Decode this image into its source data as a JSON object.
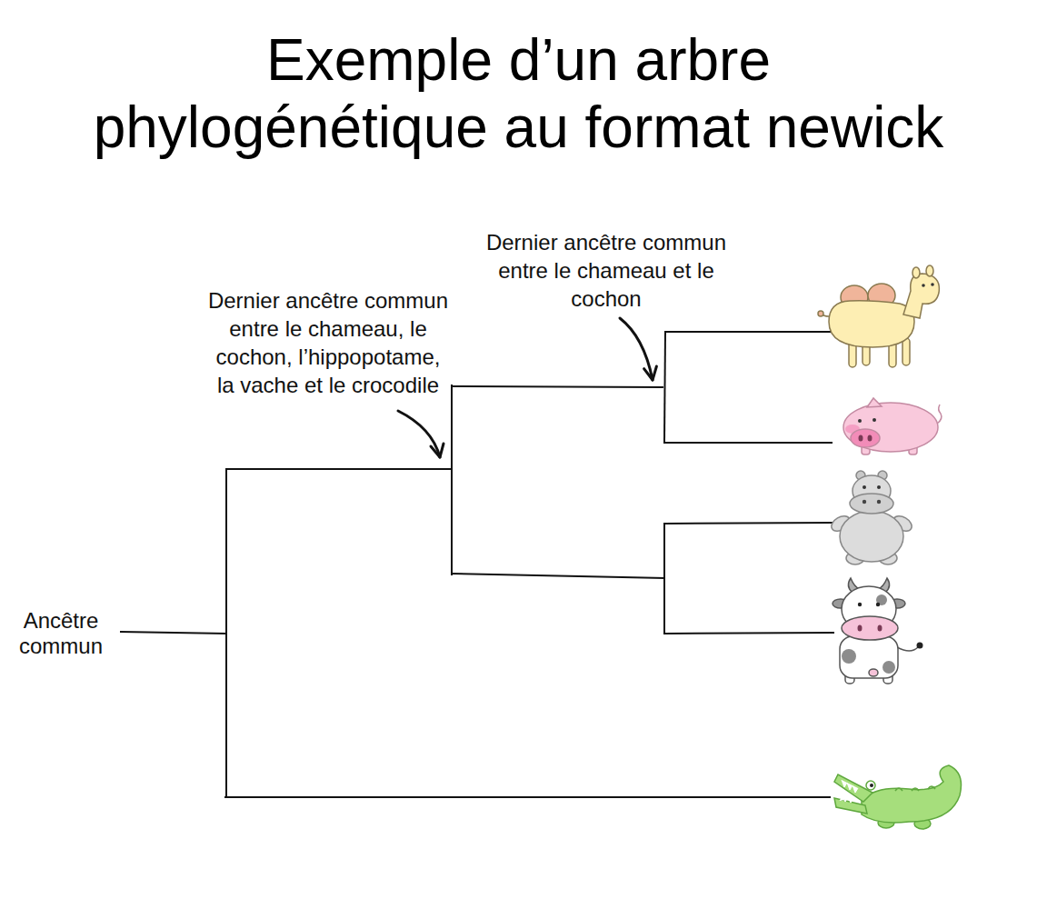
{
  "diagram": {
    "title": "Exemple d’un arbre phylogénétique au format newick",
    "labels": [
      "Dernier ancêtre commun entre le chameau et le cochon",
      "Dernier ancêtre commun entre le chameau, le cochon, l’hippopotame, la vache et le crocodile",
      "Ancêtre commun"
    ]
  }
}
